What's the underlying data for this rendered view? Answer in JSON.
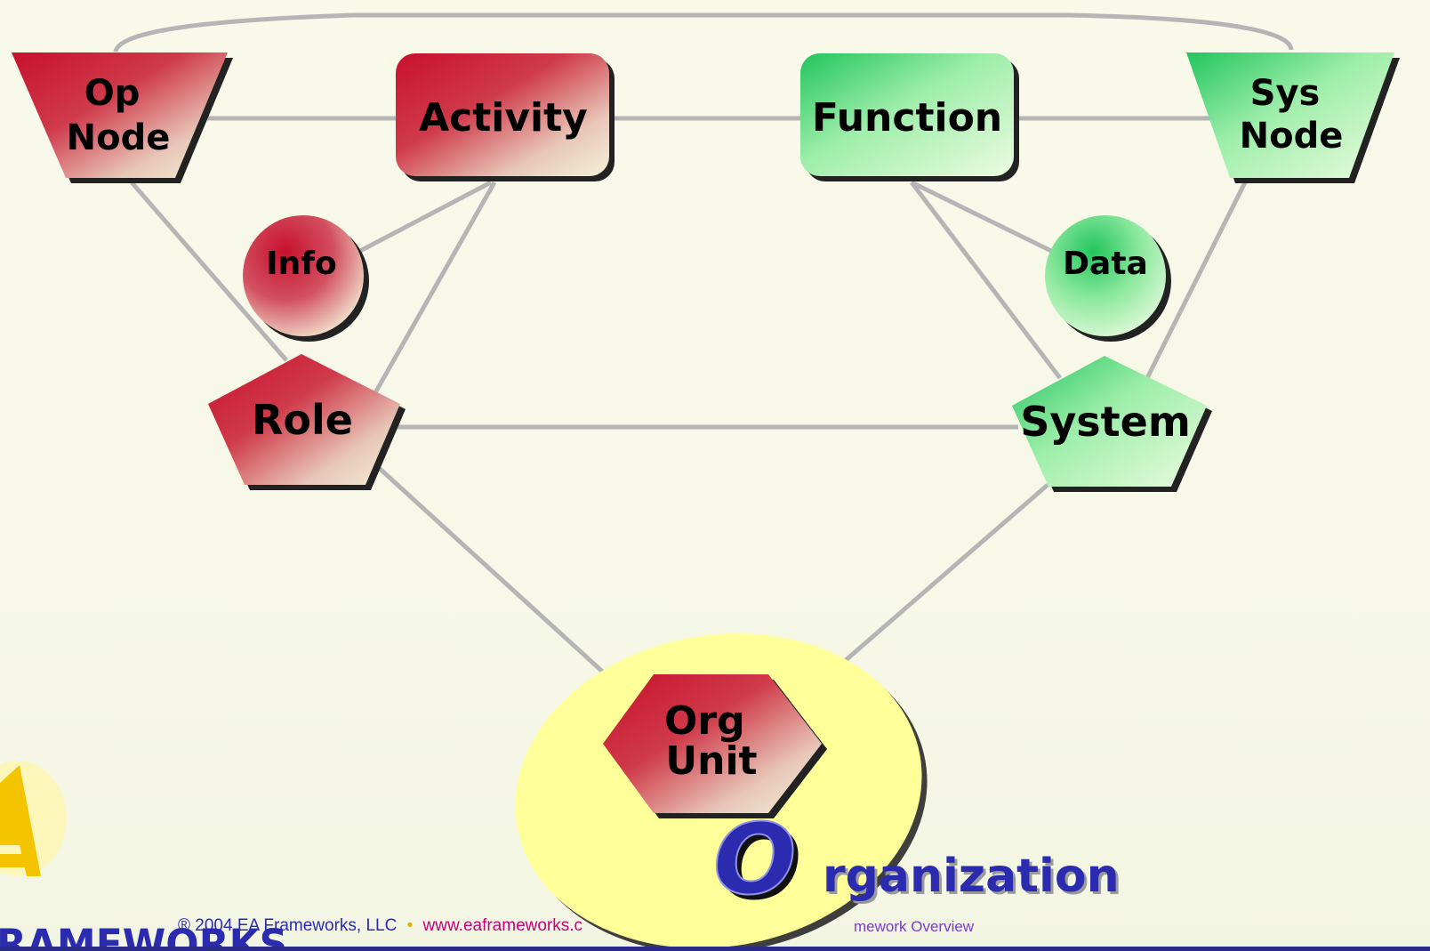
{
  "diagram": {
    "nodes": {
      "op_node": "Op\nNode",
      "activity": "Activity",
      "function": "Function",
      "sys_node": "Sys\nNode",
      "info": "Info",
      "data": "Data",
      "role": "Role",
      "system": "System",
      "org_unit": "Org\nUnit"
    },
    "op_node_lines": [
      "Op",
      "Node"
    ],
    "sys_node_lines": [
      "Sys",
      "Node"
    ],
    "org_unit_lines": [
      "Org",
      "Unit"
    ],
    "colors": {
      "operational_red": "#c8102e",
      "systems_green": "#22c55e",
      "cream": "#f4f0d8",
      "highlight_yellow": "#ffff99",
      "connector_gray": "#b5b5b5",
      "title_blue": "#2b2bb0"
    }
  },
  "title": {
    "letter": "O",
    "rest": "rganization"
  },
  "logo": {
    "text": "RAMEWORKS"
  },
  "footer": {
    "copyright": "® 2004 EA Frameworks, LLC",
    "website": "www.eaframeworks.c",
    "trailing": "mework Overview"
  }
}
